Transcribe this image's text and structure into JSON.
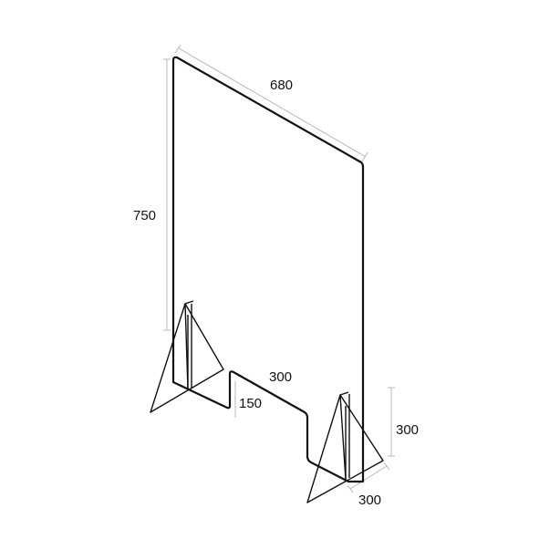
{
  "dimensions": {
    "panel_width": "680",
    "panel_height": "750",
    "cutout_width": "300",
    "cutout_height": "150",
    "foot_height": "300",
    "foot_depth": "300"
  },
  "colors": {
    "outline": "#111111",
    "dimension_line": "#b8b8b8",
    "background": "#ffffff"
  }
}
